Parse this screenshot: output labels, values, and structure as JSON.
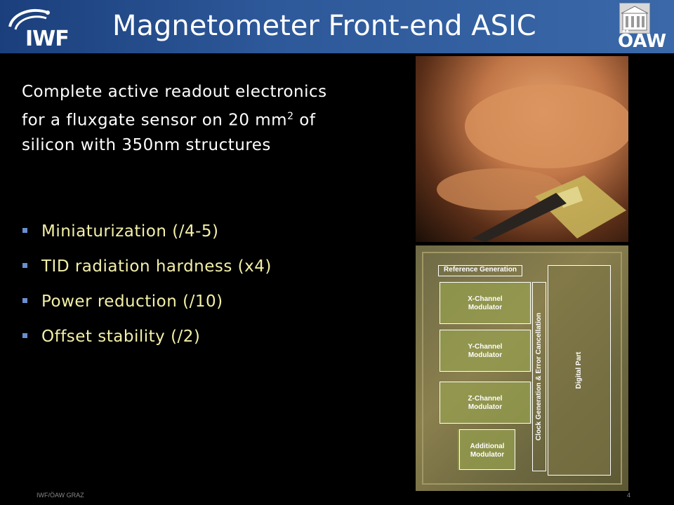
{
  "header": {
    "title": "Magnetometer Front-end ASIC",
    "logo_left_text": "IWF",
    "logo_right_text": "ÖAW"
  },
  "intro": {
    "line1": "Complete active readout electronics",
    "line2_pre": "for a fluxgate sensor on 20 mm",
    "line2_sup": "2",
    "line2_post": " of",
    "line3": "silicon with 350nm structures"
  },
  "bullets": [
    "Miniaturization (/4-5)",
    "TID radiation hardness (x4)",
    "Power reduction (/10)",
    "Offset stability (/2)"
  ],
  "die_labels": {
    "reference": "Reference Generation",
    "x_mod_1": "X-Channel",
    "x_mod_2": "Modulator",
    "y_mod_1": "Y-Channel",
    "y_mod_2": "Modulator",
    "z_mod_1": "Z-Channel",
    "z_mod_2": "Modulator",
    "add_mod_1": "Additional",
    "add_mod_2": "Modulator",
    "clock": "Clock Generation & Error Cancellation",
    "digital": "Digital Part"
  },
  "footer": {
    "left": "IWF/ÖAW GRAZ",
    "page": "4"
  },
  "colors": {
    "header_blue": "#2d5899",
    "bullet_text": "#f4f0a8",
    "bullet_marker": "#6a8fd0"
  }
}
